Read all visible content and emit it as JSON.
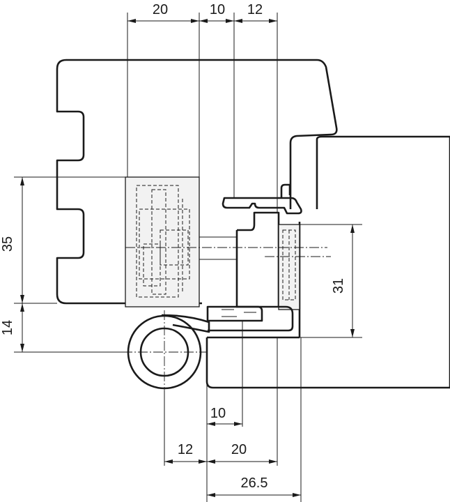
{
  "drawing": {
    "dimensions": {
      "top_1": "20",
      "top_2": "10",
      "top_3": "12",
      "left_1": "35",
      "left_2": "14",
      "right_1": "31",
      "bottom_1": "10",
      "bottom_2": "12",
      "bottom_3": "20",
      "bottom_4": "26.5"
    }
  }
}
